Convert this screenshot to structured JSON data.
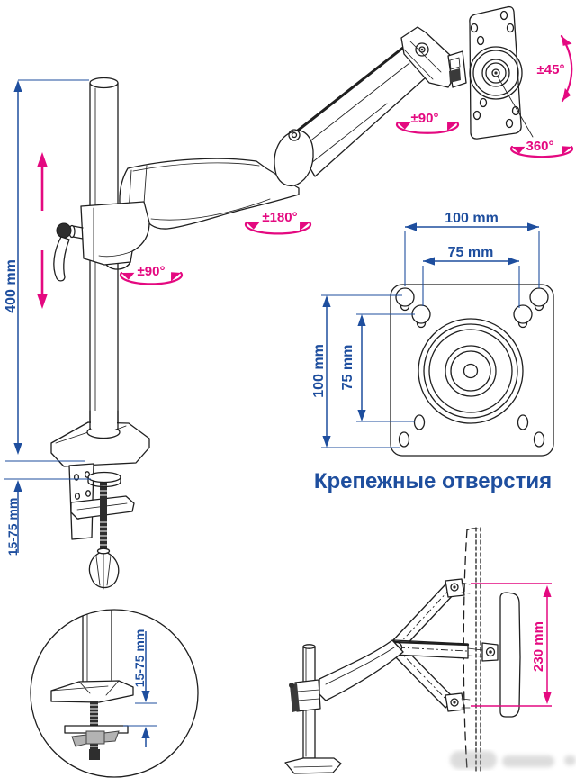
{
  "colors": {
    "dimension_blue": "#1e4e9e",
    "accent_pink": "#e40980",
    "line_black": "#1f1f1f",
    "nut_gray": "#b3b3b3",
    "background": "#ffffff"
  },
  "main_view": {
    "pole_height": "400 mm",
    "clamp_range": "15-75 mm",
    "angles": {
      "tilt": "±45°",
      "vesa_swivel": "±90°",
      "screen_rotation": "360°",
      "arm_rotation": "±180°",
      "pole_rotation": "±90°"
    }
  },
  "mounting_holes": {
    "caption": "Крепежные отверстия",
    "horizontal_outer": "100 mm",
    "horizontal_inner": "75 mm",
    "vertical_outer": "100 mm",
    "vertical_inner": "75 mm"
  },
  "grommet_detail": {
    "clamp_range": "15-75 mm"
  },
  "side_view": {
    "height_adjustment": "230 mm"
  }
}
